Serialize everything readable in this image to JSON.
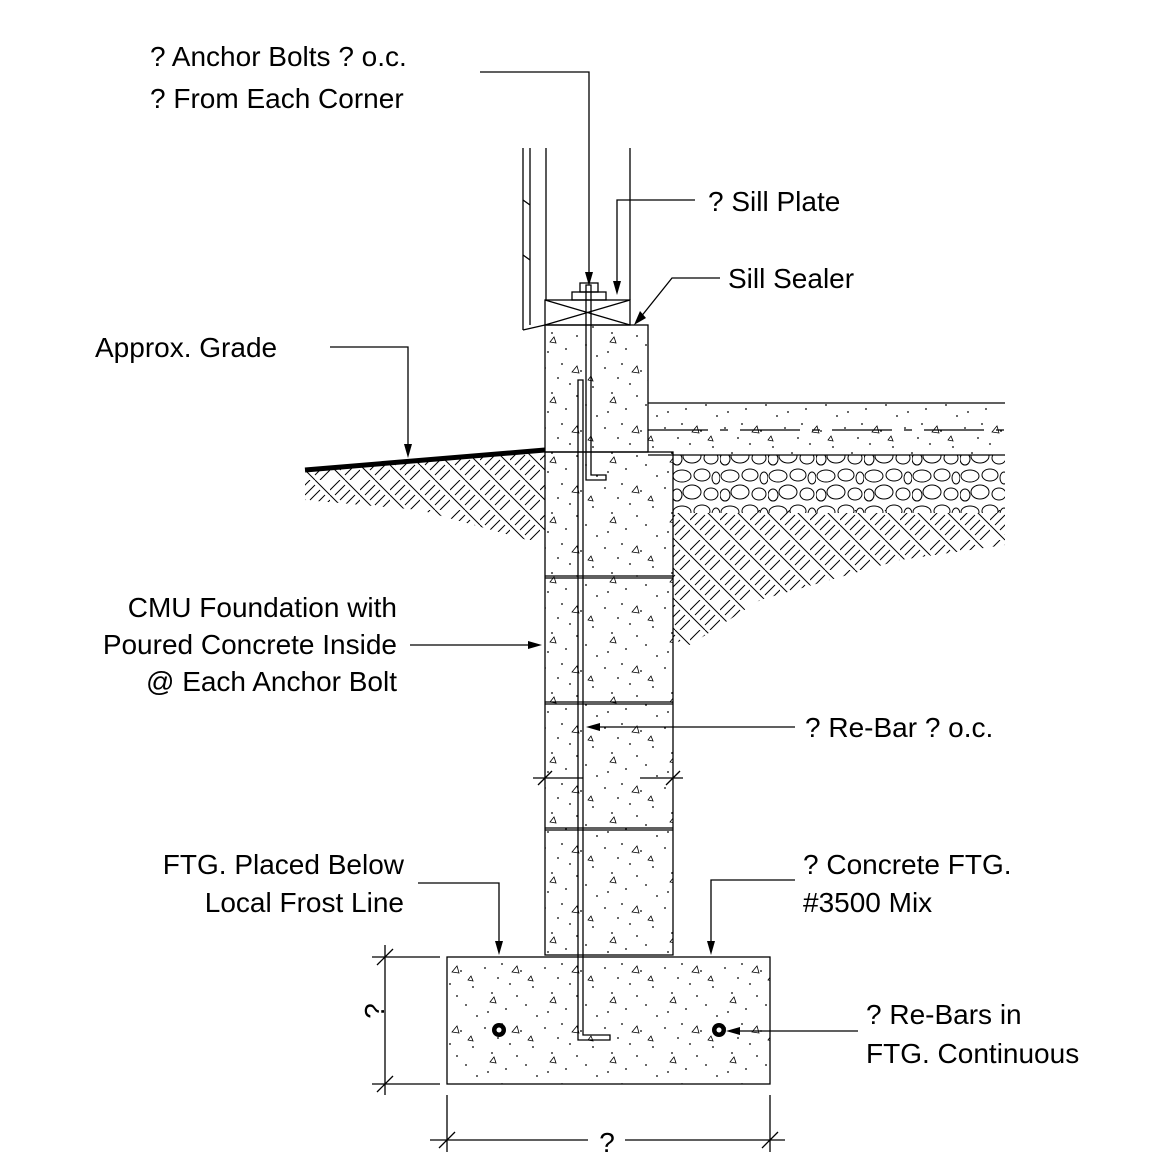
{
  "labels": {
    "anchor_bolts": [
      "? Anchor Bolts ? o.c.",
      "? From Each Corner"
    ],
    "sill_plate": "? Sill Plate",
    "sill_sealer": "Sill Sealer",
    "approx_grade": "Approx. Grade",
    "cmu_foundation": [
      "CMU Foundation with",
      "Poured Concrete Inside",
      "@ Each Anchor Bolt"
    ],
    "rebar": "? Re-Bar ? o.c.",
    "ftg_placed": [
      "FTG. Placed Below",
      "Local Frost Line"
    ],
    "concrete_ftg": [
      "? Concrete FTG.",
      "#3500 Mix"
    ],
    "rebars_in_ftg": [
      "?  Re-Bars in",
      "FTG. Continuous"
    ],
    "ftg_height_dim": "?",
    "ftg_width_dim": "?"
  },
  "colors": {
    "line": "#000000",
    "background": "#ffffff"
  }
}
